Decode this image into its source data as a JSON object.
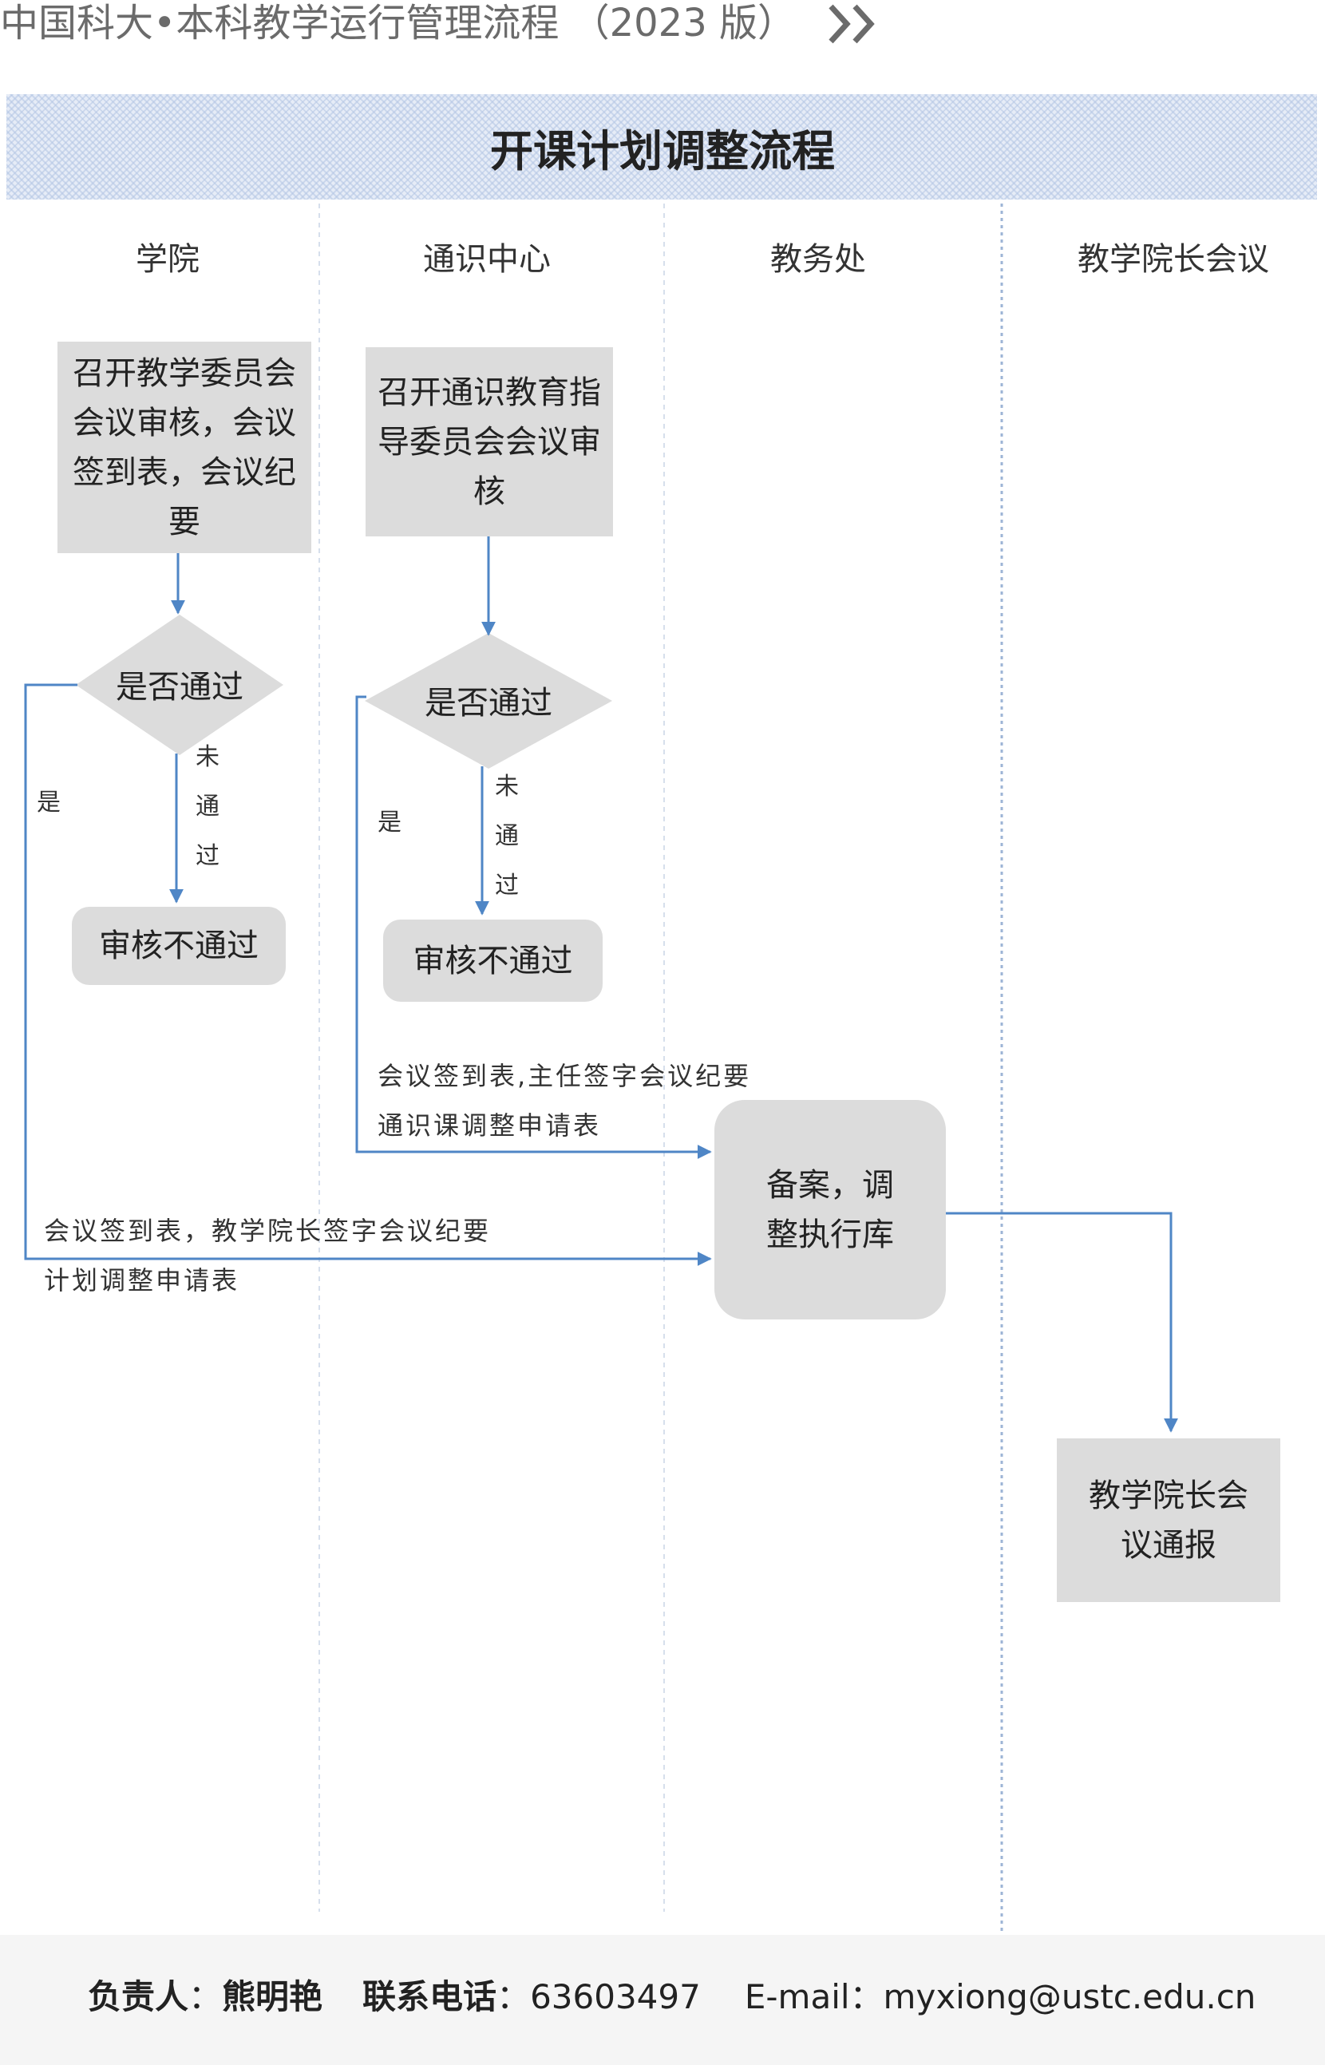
{
  "header": {
    "title": "中国科大•本科教学运行管理流程 （2023 版）"
  },
  "flow_title": "开课计划调整流程",
  "lanes": [
    "学院",
    "通识中心",
    "教务处",
    "教学院长会议"
  ],
  "nodes": {
    "college_meeting": "召开教学委员会会议审核，会议签到表，会议纪要",
    "general_meeting": "召开通识教育指导委员会会议审核",
    "college_decision": "是否通过",
    "general_decision": "是否通过",
    "college_reject": "审核不通过",
    "general_reject": "审核不通过",
    "record": "备案，调整执行库",
    "report": "教学院长会议通报"
  },
  "labels": {
    "yes": "是",
    "not_passed": "未通过",
    "general_docs_1": "会议签到表,主任签字会议纪要",
    "general_docs_2": "通识课调整申请表",
    "college_docs_1": "会议签到表，教学院长签字会议纪要",
    "college_docs_2": "计划调整申请表"
  },
  "footer": {
    "owner_label": "负责人",
    "owner_name": "熊明艳",
    "phone_label": "联系电话",
    "phone": "63603497",
    "email_label": "E-mail：",
    "email": "myxiong@ustc.edu.cn"
  },
  "colors": {
    "arrow": "#4f86c6",
    "box": "#dcdcdc",
    "lane_divider": "#c8d6ea",
    "footer_bg": "#f5f5f5"
  }
}
